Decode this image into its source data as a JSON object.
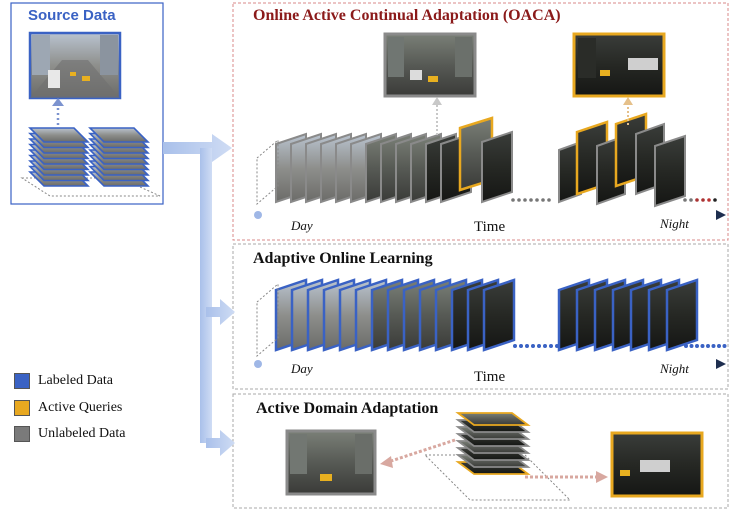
{
  "source": {
    "title": "Source Data"
  },
  "panels": {
    "oaca": {
      "title": "Online Active Continual Adaptation (OACA)",
      "start_label": "Day",
      "end_label": "Night",
      "axis_label": "Time"
    },
    "aol": {
      "title": "Adaptive Online Learning",
      "start_label": "Day",
      "end_label": "Night",
      "axis_label": "Time"
    },
    "ada": {
      "title": "Active Domain Adaptation"
    }
  },
  "legend": [
    {
      "label": "Labeled Data",
      "color": "#3a62c4"
    },
    {
      "label": "Active Queries",
      "color": "#e8a820"
    },
    {
      "label": "Unlabeled Data",
      "color": "#7a7a7a"
    }
  ],
  "colors": {
    "labeled": "#3a62c4",
    "query": "#e8a820",
    "unlabeled": "#8a8a8a",
    "oaca_title": "#8b1a1a",
    "dashed_red": "#d98888",
    "arrow_blue": "#b8ccee"
  }
}
